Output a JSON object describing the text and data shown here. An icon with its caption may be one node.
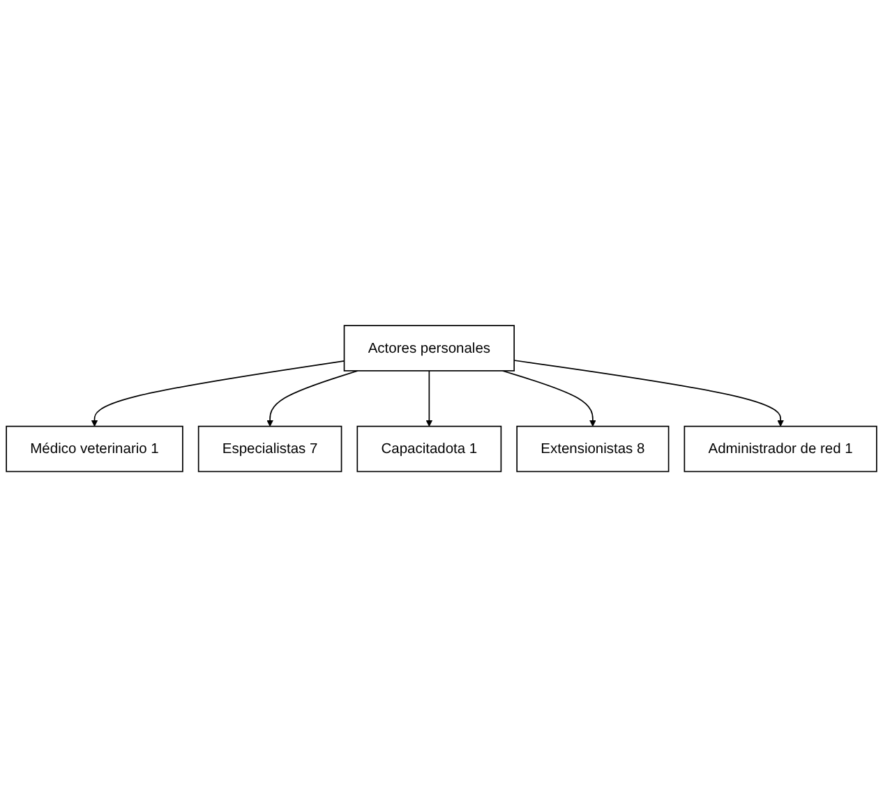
{
  "diagram": {
    "nodes": [
      {
        "text": [
          "Actores personales"
        ]
      },
      {
        "text": [
          "Médico veterinario 1"
        ]
      },
      {
        "text": [
          "Especialistas 7"
        ]
      },
      {
        "text": [
          "Capacitadota 1"
        ]
      },
      {
        "text": [
          "Extensionistas 8"
        ]
      },
      {
        "text": [
          "Administrador de red 1"
        ]
      }
    ],
    "edges": [
      {
        "from": 0,
        "to": 1,
        "arrow": "to"
      },
      {
        "from": 0,
        "to": 2,
        "arrow": "to"
      },
      {
        "from": 0,
        "to": 3,
        "arrow": "to"
      },
      {
        "from": 0,
        "to": 4,
        "arrow": "to"
      },
      {
        "from": 0,
        "to": 5,
        "arrow": "to"
      }
    ]
  }
}
